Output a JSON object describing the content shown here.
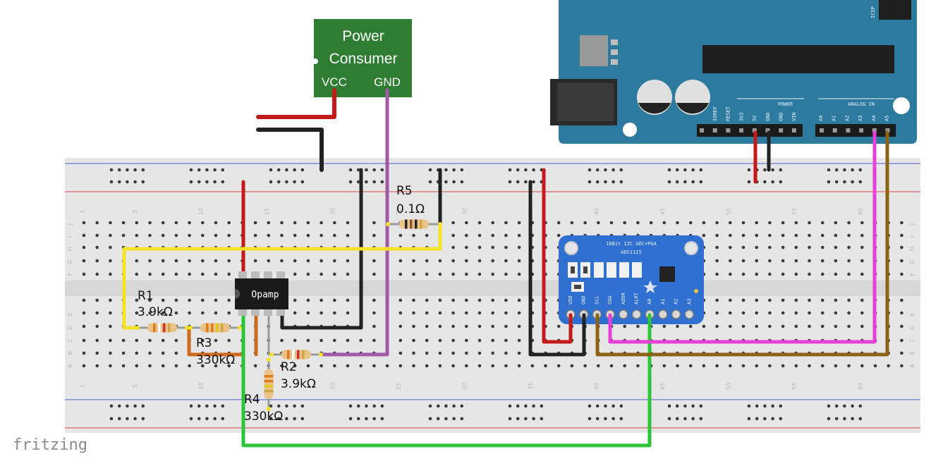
{
  "power_consumer": {
    "title_line1": "Power",
    "title_line2": "Consumer",
    "pin_vcc": "VCC",
    "pin_gnd": "GND"
  },
  "opamp": {
    "label": "Opamp"
  },
  "resistors": [
    {
      "name": "R1",
      "value": "3.9kΩ"
    },
    {
      "name": "R2",
      "value": "3.9kΩ"
    },
    {
      "name": "R3",
      "value": "330kΩ"
    },
    {
      "name": "R4",
      "value": "330kΩ"
    },
    {
      "name": "R5",
      "value": "0.1Ω"
    }
  ],
  "adc": {
    "title": "16Bit I2C ADC+PGA",
    "part": "ADS1115",
    "pins": [
      "VDD",
      "GND",
      "SCL",
      "SDA",
      "ADDR",
      "ALRT",
      "A0",
      "A1",
      "A2",
      "A3"
    ]
  },
  "arduino": {
    "power_header": "POWER",
    "power_pins": [
      "IOREF",
      "RESET",
      "3V3",
      "5V",
      "GND",
      "GND",
      "VIN"
    ],
    "analog_header": "ANALOG IN",
    "analog_pins": [
      "A0",
      "A1",
      "A2",
      "A3",
      "A4",
      "A5"
    ],
    "icsp": "ICSP"
  },
  "breadboard": {
    "column_numbers": [
      "1",
      "5",
      "10",
      "15",
      "20",
      "25",
      "30",
      "35",
      "40",
      "45",
      "50",
      "55",
      "60"
    ],
    "row_letters_top": [
      "J",
      "I",
      "H",
      "G",
      "F"
    ],
    "row_letters_bottom": [
      "E",
      "D",
      "C",
      "B",
      "A"
    ]
  },
  "watermark": "fritzing",
  "colors": {
    "breadboard": "#e6e6e6",
    "arduino": "#2c7b9e",
    "adc": "#2f6fd0",
    "power_board": "#2e7d32",
    "wire_red": "#c41a1a",
    "wire_black": "#222222",
    "wire_yellow": "#f2e22a",
    "wire_orange": "#d06a1c",
    "wire_purple": "#a05aa6",
    "wire_green": "#2cc53a",
    "wire_magenta": "#e640d8",
    "wire_brown": "#8a6414",
    "wire_gray": "#999999"
  }
}
